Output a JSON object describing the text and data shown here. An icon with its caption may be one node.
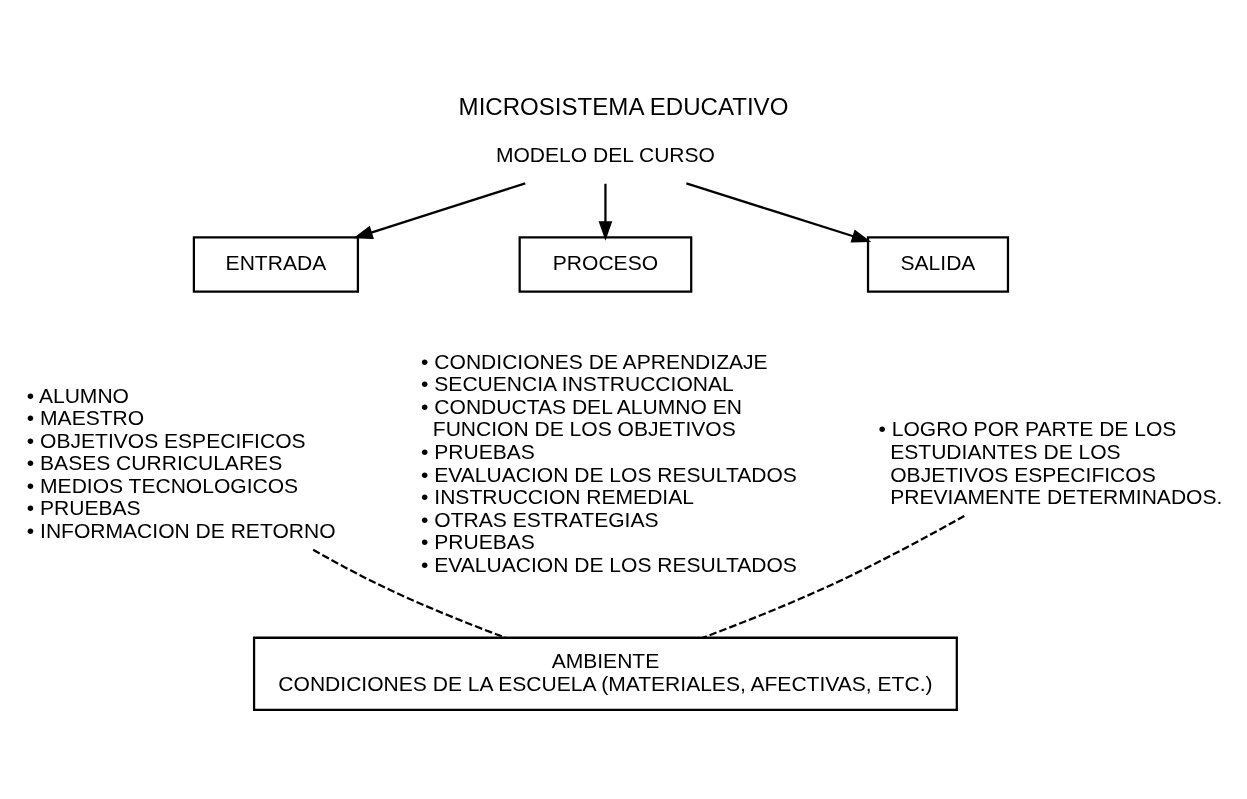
{
  "diagram": {
    "title": "MICROSISTEMA EDUCATIVO",
    "nodes": [
      {
        "text": [
          "MODELO DEL CURSO"
        ]
      },
      {
        "text": [
          "ENTRADA"
        ]
      },
      {
        "text": [
          "PROCESO"
        ]
      },
      {
        "text": [
          "SALIDA"
        ]
      },
      {
        "text": [
          "• ALUMNO",
          "• MAESTRO",
          "• OBJETIVOS ESPECIFICOS",
          "• BASES CURRICULARES",
          "• MEDIOS TECNOLOGICOS",
          "• PRUEBAS",
          "• INFORMACION DE RETORNO"
        ]
      },
      {
        "text": [
          "• CONDICIONES DE APRENDIZAJE",
          "• SECUENCIA INSTRUCCIONAL",
          "• CONDUCTAS DEL ALUMNO EN FUNCION DE LOS OBJETIVOS",
          "• PRUEBAS",
          "• EVALUACION DE LOS RESULTADOS",
          "• INSTRUCCION REMEDIAL",
          "• OTRAS ESTRATEGIAS",
          "• PRUEBAS",
          "• EVALUACION DE LOS RESULTADOS"
        ]
      },
      {
        "text": [
          "• LOGRO POR PARTE DE LOS ESTUDIANTES DE LOS OBJETIVOS ESPECIFICOS PREVIAMENTE DETERMINADOS."
        ]
      },
      {
        "text": [
          "AMBIENTE",
          "CONDICIONES DE LA ESCUELA (MATERIALES, AFECTIVAS, ETC.)"
        ]
      }
    ],
    "edges": [
      {
        "from": 0,
        "to": 1,
        "arrow": "to"
      },
      {
        "from": 0,
        "to": 2,
        "arrow": "to"
      },
      {
        "from": 0,
        "to": 3,
        "arrow": "to"
      },
      {
        "from": 4,
        "to": 7,
        "arrow": "none",
        "style": "dashed"
      },
      {
        "from": 6,
        "to": 7,
        "arrow": "none",
        "style": "dashed"
      }
    ]
  }
}
